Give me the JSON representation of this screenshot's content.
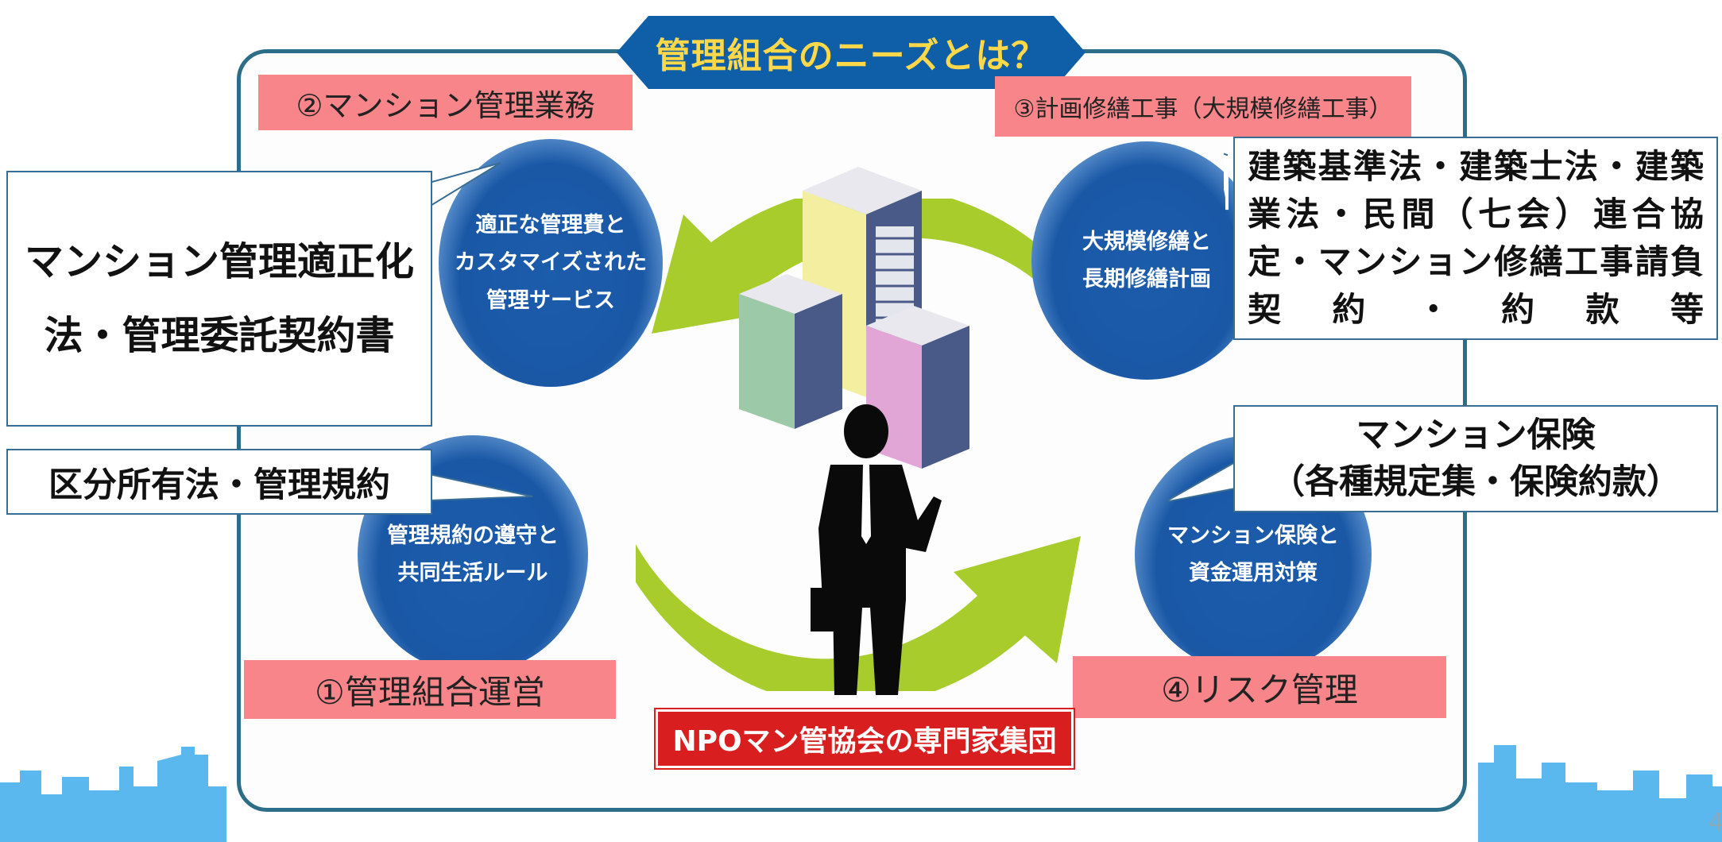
{
  "title": "管理組合のニーズとは？",
  "center_caption": "NPOマン管協会の専門家集団",
  "labels": {
    "l1": "①管理組合運営",
    "l2": "②マンション管理業務",
    "l3": "③計画修繕工事（大規模修繕工事）",
    "l4": "④リスク管理"
  },
  "circles": {
    "c1": [
      "管理規約の遵守と",
      "共同生活ルール"
    ],
    "c2": [
      "適正な管理費と",
      "カスタマイズされた",
      "管理サービス"
    ],
    "c3": [
      "大規模修繕と",
      "長期修繕計画"
    ],
    "c4": [
      "マンション保険と",
      "資金運用対策"
    ]
  },
  "callouts": {
    "left_top": [
      "マンション管理適正化",
      "法・管理委託契約書"
    ],
    "left_mid": "区分所有法・管理規約",
    "right_top": [
      "建築基準法・建築士法・建築",
      "業法・民間（七会）連合協",
      "定・マンション修繕工事請負",
      "契約・約款等"
    ],
    "right_mid": [
      "マンション保険",
      "（各種規定集・保険約款）"
    ]
  },
  "page_number": "4",
  "colors": {
    "frame": "#2c6e87",
    "title_plate": "#0e5fa8",
    "title_text": "#ffd84a",
    "circle": "#1a58a6",
    "label_bg": "#f8858a",
    "arrow": "#a8cc2c",
    "caption_bg": "#d81e1e",
    "skyline": "#5bb8ee"
  }
}
